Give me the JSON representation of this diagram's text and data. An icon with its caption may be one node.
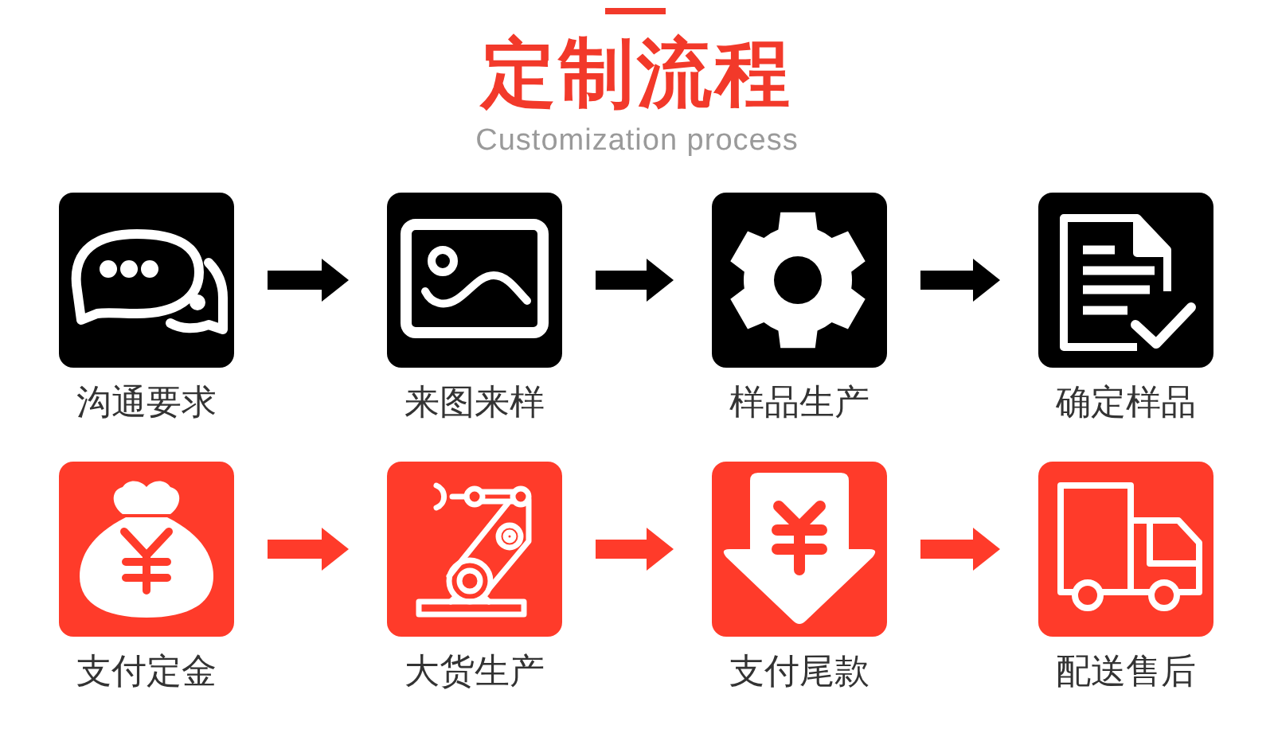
{
  "diagram": {
    "title": "定制流程",
    "nodes": [
      {
        "text": [
          "沟通要求"
        ]
      },
      {
        "text": [
          "来图来样"
        ]
      },
      {
        "text": [
          "样品生产"
        ]
      },
      {
        "text": [
          "确定样品"
        ]
      },
      {
        "text": [
          "支付定金"
        ]
      },
      {
        "text": [
          "大货生产"
        ]
      },
      {
        "text": [
          "支付尾款"
        ]
      },
      {
        "text": [
          "配送售后"
        ]
      }
    ],
    "edges": [
      {
        "from": 0,
        "to": 1,
        "arrow": "to"
      },
      {
        "from": 1,
        "to": 2,
        "arrow": "to"
      },
      {
        "from": 2,
        "to": 3,
        "arrow": "to"
      },
      {
        "from": 4,
        "to": 5,
        "arrow": "to",
        "color": "#ff3b2a"
      },
      {
        "from": 5,
        "to": 6,
        "arrow": "to",
        "color": "#ff3b2a"
      },
      {
        "from": 6,
        "to": 7,
        "arrow": "to",
        "color": "#ff3b2a"
      }
    ],
    "labels": [
      "Customization process"
    ]
  }
}
